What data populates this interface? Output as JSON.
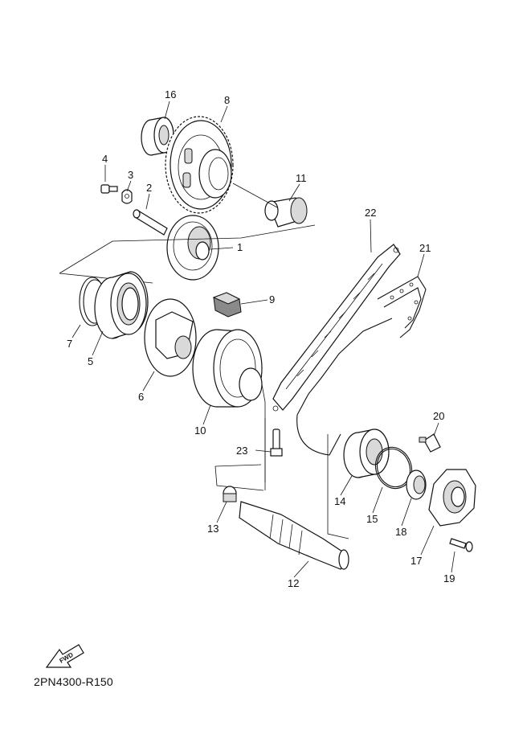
{
  "diagram_code": "2PN4300-R150",
  "fwd_label": "FWD",
  "callouts": [
    {
      "id": "p1",
      "label": "1"
    },
    {
      "id": "p2",
      "label": "2"
    },
    {
      "id": "p3",
      "label": "3"
    },
    {
      "id": "p4",
      "label": "4"
    },
    {
      "id": "p5",
      "label": "5"
    },
    {
      "id": "p6",
      "label": "6"
    },
    {
      "id": "p7",
      "label": "7"
    },
    {
      "id": "p8",
      "label": "8"
    },
    {
      "id": "p9",
      "label": "9"
    },
    {
      "id": "p10",
      "label": "10"
    },
    {
      "id": "p11",
      "label": "11"
    },
    {
      "id": "p12",
      "label": "12"
    },
    {
      "id": "p13",
      "label": "13"
    },
    {
      "id": "p14",
      "label": "14"
    },
    {
      "id": "p15",
      "label": "15"
    },
    {
      "id": "p16",
      "label": "16"
    },
    {
      "id": "p17",
      "label": "17"
    },
    {
      "id": "p18",
      "label": "18"
    },
    {
      "id": "p19",
      "label": "19"
    },
    {
      "id": "p20",
      "label": "20"
    },
    {
      "id": "p21",
      "label": "21"
    },
    {
      "id": "p22",
      "label": "22"
    },
    {
      "id": "p23",
      "label": "23"
    }
  ]
}
